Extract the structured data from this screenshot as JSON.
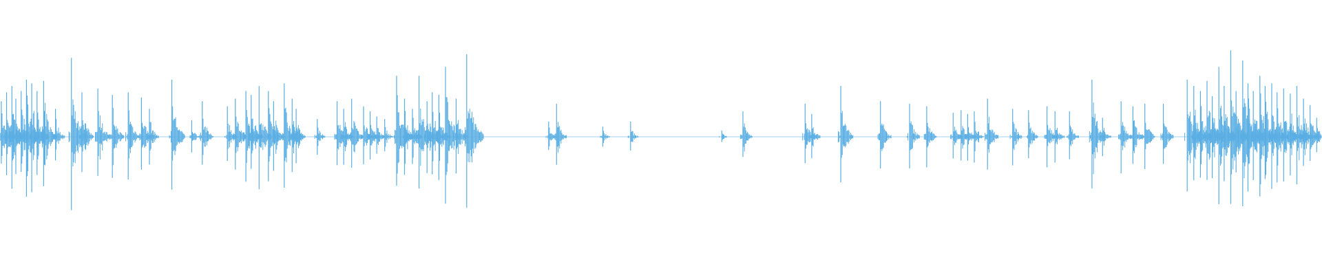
{
  "waveform": {
    "color": "#5aaee3",
    "background": "#ffffff",
    "baseline_color": "#5aaee3",
    "description_kind": "audio-waveform",
    "amplitude_scale": 1.0,
    "events": [
      {
        "t": 0.001,
        "a": 0.28
      },
      {
        "t": 0.005,
        "a": 0.35
      },
      {
        "t": 0.009,
        "a": 0.4
      },
      {
        "t": 0.012,
        "a": 0.3
      },
      {
        "t": 0.016,
        "a": 0.36
      },
      {
        "t": 0.02,
        "a": 0.45
      },
      {
        "t": 0.024,
        "a": 0.42
      },
      {
        "t": 0.028,
        "a": 0.36
      },
      {
        "t": 0.033,
        "a": 0.44
      },
      {
        "t": 0.042,
        "a": 0.22
      },
      {
        "t": 0.054,
        "a": 0.62
      },
      {
        "t": 0.062,
        "a": 0.35
      },
      {
        "t": 0.074,
        "a": 0.38
      },
      {
        "t": 0.085,
        "a": 0.33
      },
      {
        "t": 0.097,
        "a": 0.35
      },
      {
        "t": 0.107,
        "a": 0.31
      },
      {
        "t": 0.113,
        "a": 0.22
      },
      {
        "t": 0.13,
        "a": 0.45
      },
      {
        "t": 0.145,
        "a": 0.13
      },
      {
        "t": 0.153,
        "a": 0.28
      },
      {
        "t": 0.172,
        "a": 0.24
      },
      {
        "t": 0.178,
        "a": 0.3
      },
      {
        "t": 0.186,
        "a": 0.36
      },
      {
        "t": 0.19,
        "a": 0.33
      },
      {
        "t": 0.196,
        "a": 0.4
      },
      {
        "t": 0.203,
        "a": 0.36
      },
      {
        "t": 0.207,
        "a": 0.28
      },
      {
        "t": 0.215,
        "a": 0.42
      },
      {
        "t": 0.221,
        "a": 0.3
      },
      {
        "t": 0.224,
        "a": 0.22
      },
      {
        "t": 0.24,
        "a": 0.14
      },
      {
        "t": 0.255,
        "a": 0.28
      },
      {
        "t": 0.26,
        "a": 0.22
      },
      {
        "t": 0.266,
        "a": 0.3
      },
      {
        "t": 0.275,
        "a": 0.24
      },
      {
        "t": 0.28,
        "a": 0.2
      },
      {
        "t": 0.285,
        "a": 0.16
      },
      {
        "t": 0.291,
        "a": 0.14
      },
      {
        "t": 0.3,
        "a": 0.48
      },
      {
        "t": 0.306,
        "a": 0.3
      },
      {
        "t": 0.312,
        "a": 0.22
      },
      {
        "t": 0.317,
        "a": 0.48
      },
      {
        "t": 0.323,
        "a": 0.28
      },
      {
        "t": 0.327,
        "a": 0.35
      },
      {
        "t": 0.332,
        "a": 0.33
      },
      {
        "t": 0.337,
        "a": 0.55
      },
      {
        "t": 0.345,
        "a": 0.3
      },
      {
        "t": 0.353,
        "a": 0.65
      },
      {
        "t": 0.415,
        "a": 0.12
      },
      {
        "t": 0.421,
        "a": 0.26
      },
      {
        "t": 0.456,
        "a": 0.08
      },
      {
        "t": 0.477,
        "a": 0.12
      },
      {
        "t": 0.546,
        "a": 0.05
      },
      {
        "t": 0.562,
        "a": 0.2
      },
      {
        "t": 0.609,
        "a": 0.26
      },
      {
        "t": 0.614,
        "a": 0.18
      },
      {
        "t": 0.636,
        "a": 0.4
      },
      {
        "t": 0.666,
        "a": 0.28
      },
      {
        "t": 0.688,
        "a": 0.26
      },
      {
        "t": 0.701,
        "a": 0.24
      },
      {
        "t": 0.721,
        "a": 0.19
      },
      {
        "t": 0.727,
        "a": 0.21
      },
      {
        "t": 0.732,
        "a": 0.18
      },
      {
        "t": 0.737,
        "a": 0.2
      },
      {
        "t": 0.747,
        "a": 0.3
      },
      {
        "t": 0.766,
        "a": 0.22
      },
      {
        "t": 0.778,
        "a": 0.21
      },
      {
        "t": 0.792,
        "a": 0.24
      },
      {
        "t": 0.798,
        "a": 0.2
      },
      {
        "t": 0.809,
        "a": 0.2
      },
      {
        "t": 0.826,
        "a": 0.45
      },
      {
        "t": 0.834,
        "a": 0.15
      },
      {
        "t": 0.848,
        "a": 0.28
      },
      {
        "t": 0.857,
        "a": 0.24
      },
      {
        "t": 0.866,
        "a": 0.26
      },
      {
        "t": 0.88,
        "a": 0.26
      },
      {
        "t": 0.898,
        "a": 0.45
      },
      {
        "t": 0.903,
        "a": 0.4
      },
      {
        "t": 0.908,
        "a": 0.36
      },
      {
        "t": 0.913,
        "a": 0.44
      },
      {
        "t": 0.917,
        "a": 0.32
      },
      {
        "t": 0.922,
        "a": 0.55
      },
      {
        "t": 0.926,
        "a": 0.4
      },
      {
        "t": 0.931,
        "a": 0.68
      },
      {
        "t": 0.935,
        "a": 0.36
      },
      {
        "t": 0.94,
        "a": 0.6
      },
      {
        "t": 0.944,
        "a": 0.42
      },
      {
        "t": 0.948,
        "a": 0.36
      },
      {
        "t": 0.953,
        "a": 0.48
      },
      {
        "t": 0.957,
        "a": 0.4
      },
      {
        "t": 0.962,
        "a": 0.42
      },
      {
        "t": 0.966,
        "a": 0.35
      },
      {
        "t": 0.971,
        "a": 0.38
      },
      {
        "t": 0.976,
        "a": 0.34
      },
      {
        "t": 0.981,
        "a": 0.4
      },
      {
        "t": 0.986,
        "a": 0.3
      },
      {
        "t": 0.991,
        "a": 0.25
      },
      {
        "t": 0.996,
        "a": 0.15
      }
    ]
  }
}
